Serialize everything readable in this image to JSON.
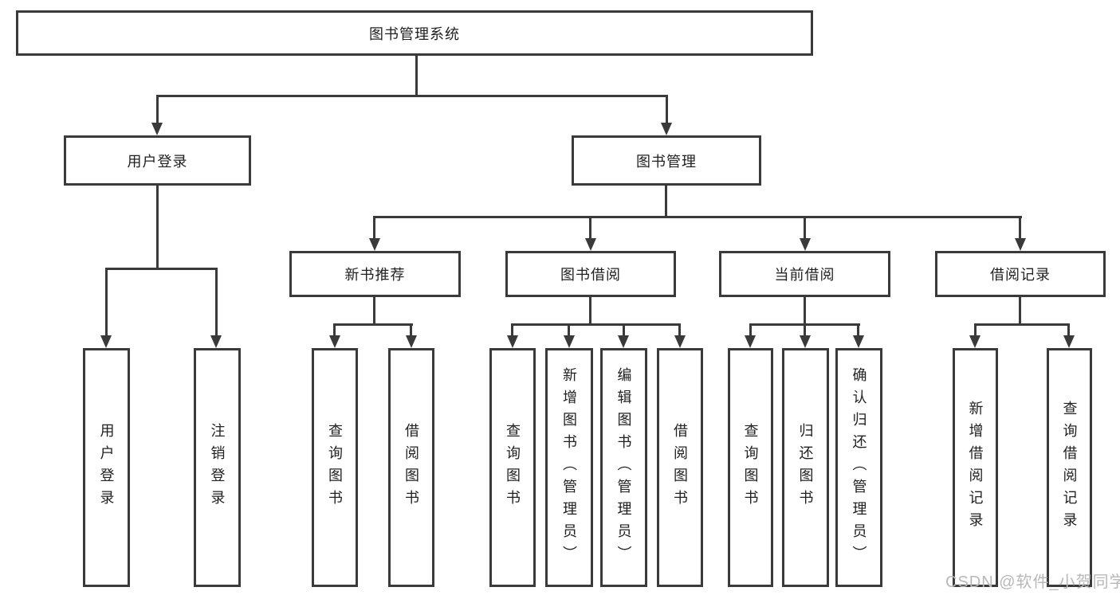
{
  "colors": {
    "line": "#3a3a3a",
    "box_border": "#3a3a3a",
    "box_bg": "#ffffff",
    "text": "#212121",
    "watermark": "#b8b8b8",
    "background": "#ffffff"
  },
  "watermark": {
    "text": "CSDN @软件_小贺同学"
  },
  "tree": {
    "root": {
      "label": "图书管理系统"
    },
    "branches": [
      {
        "label": "用户登录",
        "leaves": [
          {
            "label": "用户登录"
          },
          {
            "label": "注销登录"
          }
        ]
      },
      {
        "label": "图书管理",
        "sections": [
          {
            "label": "新书推荐",
            "leaves": [
              {
                "label": "查询图书"
              },
              {
                "label": "借阅图书"
              }
            ]
          },
          {
            "label": "图书借阅",
            "leaves": [
              {
                "label": "查询图书"
              },
              {
                "label": "新增图书（管理员）"
              },
              {
                "label": "编辑图书（管理员）"
              },
              {
                "label": "借阅图书"
              }
            ]
          },
          {
            "label": "当前借阅",
            "leaves": [
              {
                "label": "查询图书"
              },
              {
                "label": "归还图书"
              },
              {
                "label": "确认归还（管理员）"
              }
            ]
          },
          {
            "label": "借阅记录",
            "leaves": [
              {
                "label": "新增借阅记录"
              },
              {
                "label": "查询借阅记录"
              }
            ]
          }
        ]
      }
    ]
  }
}
